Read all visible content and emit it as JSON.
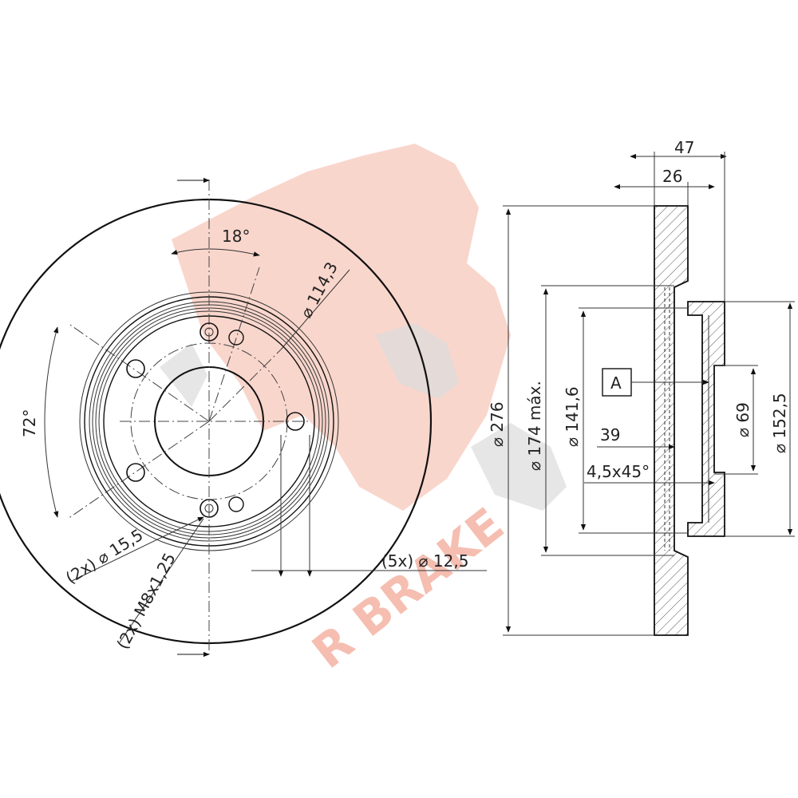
{
  "watermark": {
    "logo_letters": "RB",
    "brand_text": "R BRAKE",
    "color": "#f4b3a4"
  },
  "front_view": {
    "angle_top": "18°",
    "angle_left": "72°",
    "bolt_circle": "⌀ 114,3",
    "hole_large": "(2x) ⌀ 15,5",
    "thread": "(2x) M8x1,25",
    "holes_small": "(5x) ⌀ 12,5"
  },
  "side_view": {
    "overall_height": "47",
    "disc_thickness": "26",
    "outer_diameter": "⌀ 276",
    "max_diameter": "⌀ 174 máx.",
    "hat_diameter": "⌀ 141,6",
    "datum": "A",
    "hat_depth": "39",
    "chamfer": "4,5x45°",
    "center_bore": "⌀ 69",
    "pcd_inner": "⌀ 152,5"
  }
}
